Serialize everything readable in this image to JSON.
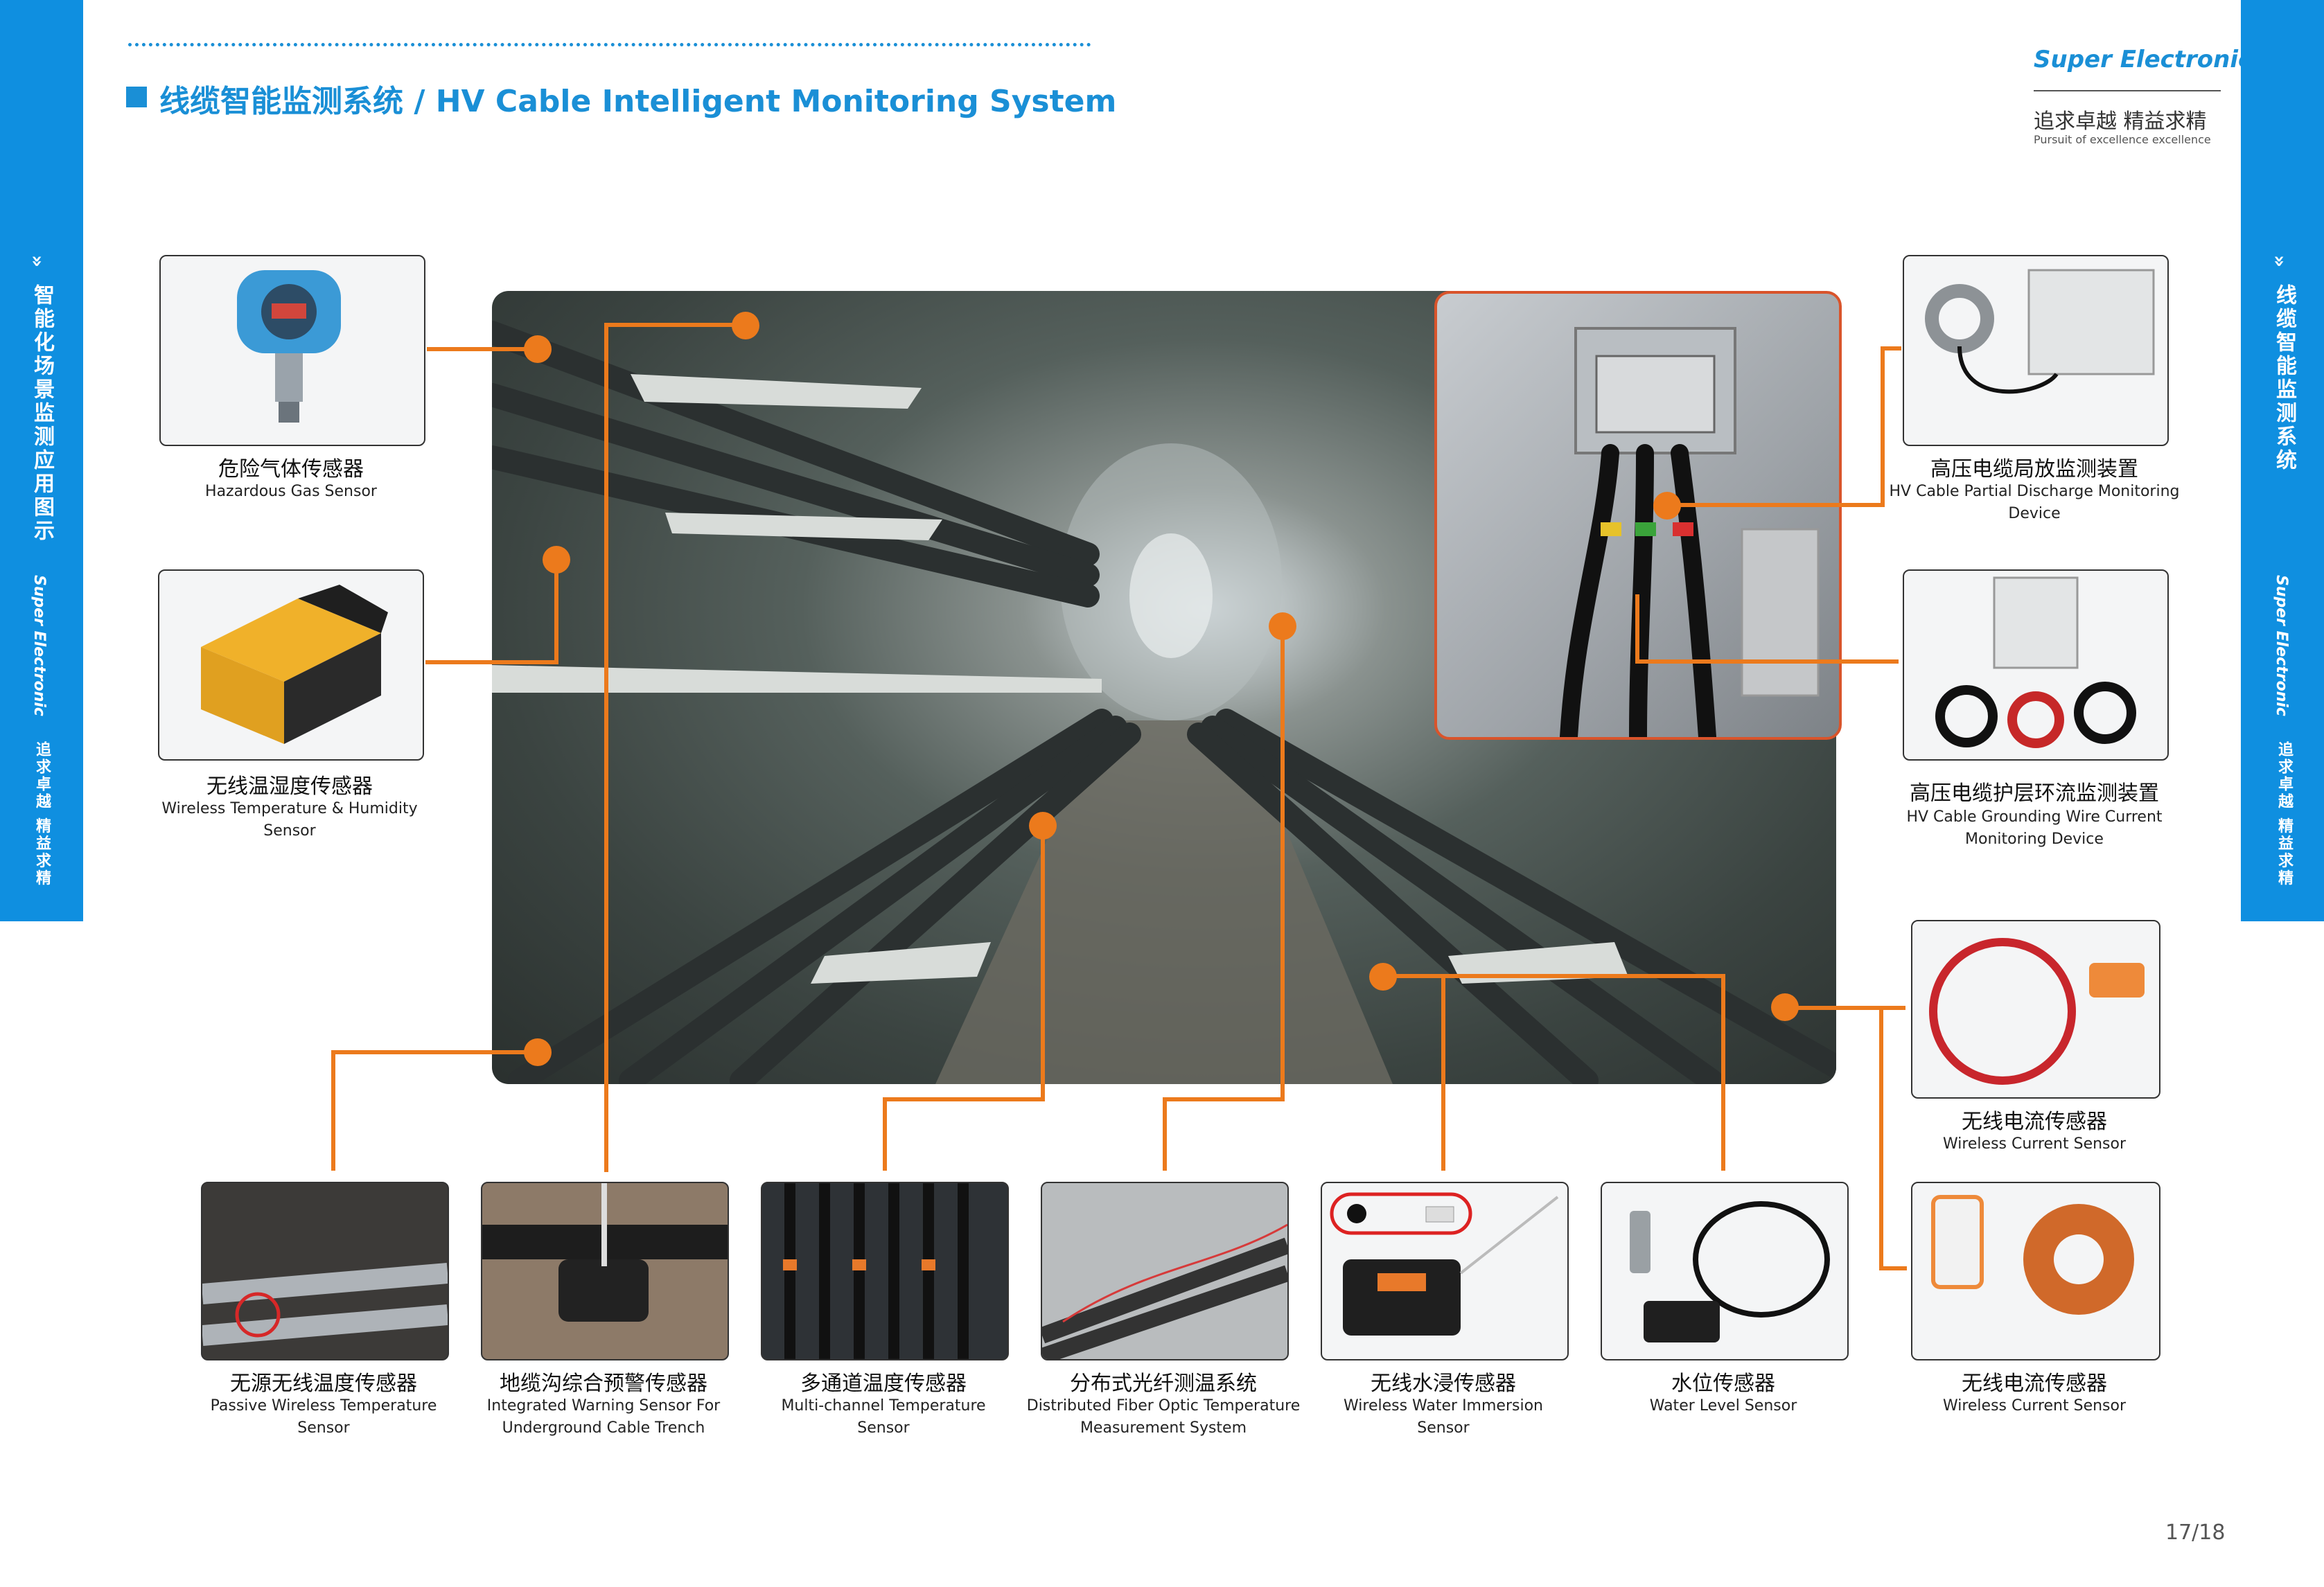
{
  "header": {
    "title": "线缆智能监测系统 / HV Cable Intelligent Monitoring System"
  },
  "brand": {
    "name": "Super Electronic",
    "slogan_cn": "追求卓越 精益求精",
    "slogan_en": "Pursuit of excellence excellence"
  },
  "left_tab": {
    "title": "智能化场景监测应用图示",
    "brand": "Super Electronic",
    "slogan": "追求卓越 精益求精",
    "icon": "double-chevron-down-icon"
  },
  "right_tab": {
    "title": "线缆智能监测系统",
    "brand": "Super Electronic",
    "slogan": "追求卓越 精益求精",
    "icon": "double-chevron-down-icon"
  },
  "sensors": {
    "hazardous_gas": {
      "cn": "危险气体传感器",
      "en": "Hazardous Gas Sensor"
    },
    "temp_humidity": {
      "cn": "无线温湿度传感器",
      "en": "Wireless Temperature & Humidity Sensor"
    },
    "partial_discharge": {
      "cn": "高压电缆局放监测装置",
      "en": "HV Cable Partial Discharge Monitoring Device"
    },
    "grounding_current": {
      "cn": "高压电缆护层环流监测装置",
      "en": "HV Cable Grounding Wire Current Monitoring Device"
    },
    "current_1": {
      "cn": "无线电流传感器",
      "en": "Wireless Current Sensor"
    },
    "current_2": {
      "cn": "无线电流传感器",
      "en": "Wireless Current Sensor"
    },
    "passive_temp": {
      "cn": "无源无线温度传感器",
      "en": "Passive Wireless Temperature Sensor"
    },
    "trench_warning": {
      "cn": "地缆沟综合预警传感器",
      "en": "Integrated Warning Sensor For Underground Cable Trench"
    },
    "multichannel_temp": {
      "cn": "多通道温度传感器",
      "en": "Multi-channel Temperature Sensor"
    },
    "fiber_optic": {
      "cn": "分布式光纤测温系统",
      "en": "Distributed Fiber Optic Temperature Measurement System"
    },
    "water_immersion": {
      "cn": "无线水浸传感器",
      "en": "Wireless Water Immersion Sensor"
    },
    "water_level": {
      "cn": "水位传感器",
      "en": "Water Level Sensor"
    }
  },
  "colors": {
    "accent": "#1a8fd6",
    "connector": "#ec7a1c",
    "inset_border": "#d9542b"
  },
  "page": {
    "number": "17/18"
  }
}
